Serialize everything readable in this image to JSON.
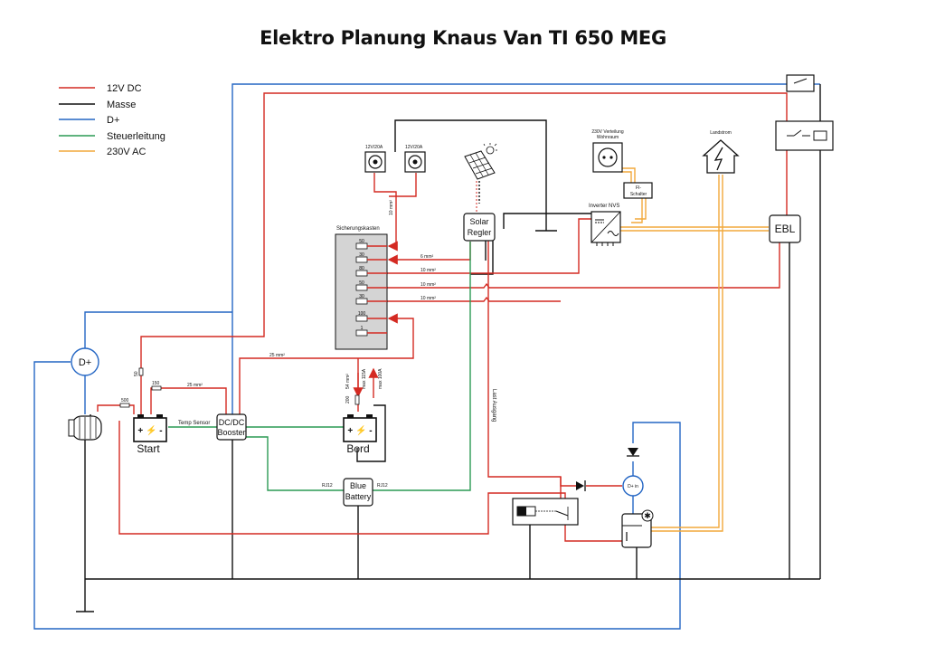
{
  "title": "Elektro Planung Knaus Van TI 650 MEG",
  "legend": [
    {
      "label": "12V DC",
      "color": "#d42a22"
    },
    {
      "label": "Masse",
      "color": "#111111"
    },
    {
      "label": "D+",
      "color": "#2466c4"
    },
    {
      "label": "Steuerleitung",
      "color": "#2a9a54"
    },
    {
      "label": "230V AC",
      "color": "#f2a93b"
    }
  ],
  "sockets": {
    "left": "12V/20A",
    "right": "12V/20A",
    "cable": "10 mm²"
  },
  "fusebox": {
    "label": "Sicherungskasten",
    "fuses": [
      "50",
      "30",
      "80",
      "50",
      "30",
      "100",
      "1"
    ],
    "cables": [
      "6 mm²",
      "10 mm²",
      "10 mm²",
      "10 mm²"
    ]
  },
  "solar_regler": {
    "line1": "Solar",
    "line2": "Regler"
  },
  "ac_outlet": {
    "line1": "230V Verteilung",
    "line2": "Wohnraum"
  },
  "fi": {
    "line1": "FI-",
    "line2": "Schalter"
  },
  "inverter": {
    "label": "Inverter NVS"
  },
  "landstrom": {
    "label": "Landstrom"
  },
  "ebl": {
    "label": "EBL"
  },
  "dplus": {
    "label": "D+"
  },
  "dplus_in": {
    "label": "D+ in"
  },
  "start": {
    "label": "Start"
  },
  "bord": {
    "label": "Bord"
  },
  "dcdc": {
    "line1": "DC/DC",
    "line2": "Booster"
  },
  "blue_battery": {
    "line1": "Blue",
    "line2": "Battery"
  },
  "labels": {
    "temp_sensor": "Temp Sensor",
    "rj12_left": "RJ12",
    "rj12_right": "RJ12",
    "last_ausgang": "Last Ausgang",
    "cable_25_top": "25 mm²",
    "cable_25_left": "25 mm²",
    "cable_54": "54 mm²",
    "max115": "max 115A",
    "max100": "max 100A",
    "fuse_50": "50",
    "fuse_150": "150",
    "fuse_500": "500",
    "fuse_200": "200"
  }
}
